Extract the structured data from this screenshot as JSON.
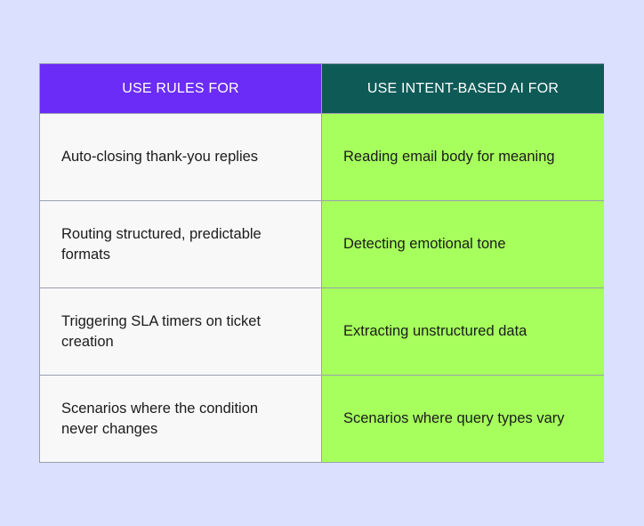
{
  "table": {
    "headers": {
      "left": "USE RULES FOR",
      "right": "USE INTENT-BASED AI FOR"
    },
    "rows": [
      {
        "left": "Auto-closing thank-you replies",
        "right": "Reading email body for meaning"
      },
      {
        "left": "Routing structured, predictable formats",
        "right": "Detecting emotional tone"
      },
      {
        "left": "Triggering SLA timers on ticket creation",
        "right": "Extracting unstructured data"
      },
      {
        "left": "Scenarios where the condition never changes",
        "right": "Scenarios where query types vary"
      }
    ]
  },
  "colors": {
    "background": "#dbe0ff",
    "left_header": "#6a2cf6",
    "right_header": "#0e5a57",
    "left_cell": "#f8f8f8",
    "right_cell": "#a6ff5c"
  }
}
